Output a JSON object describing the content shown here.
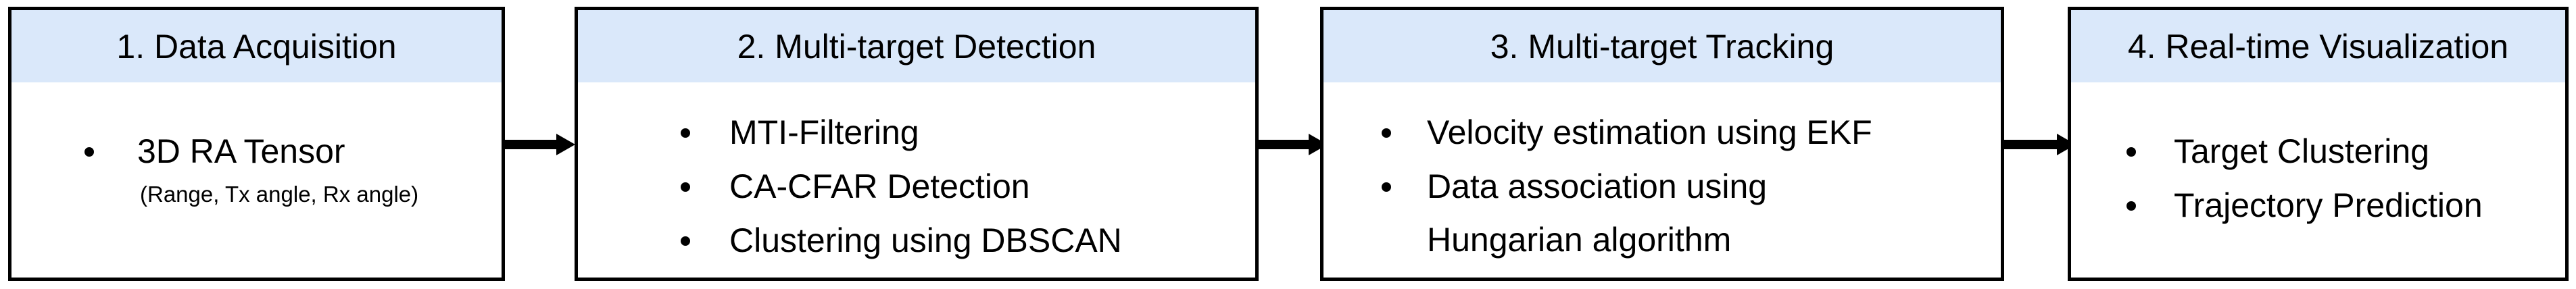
{
  "colors": {
    "header_fill": "#dae8fa",
    "border": "#000000",
    "arrow": "#000000"
  },
  "blocks": [
    {
      "title": "1. Data Acquisition",
      "items": [
        {
          "text": "3D RA Tensor",
          "note": "(Range, Tx angle, Rx angle)"
        }
      ]
    },
    {
      "title": "2. Multi-target Detection",
      "items": [
        {
          "text": "MTI-Filtering"
        },
        {
          "text": "CA-CFAR Detection"
        },
        {
          "text": "Clustering using DBSCAN"
        }
      ]
    },
    {
      "title": "3. Multi-target Tracking",
      "items": [
        {
          "text": "Velocity estimation using EKF"
        },
        {
          "text": "Data association using",
          "continuation": "Hungarian algorithm"
        }
      ]
    },
    {
      "title": "4. Real-time Visualization",
      "items": [
        {
          "text": "Target Clustering"
        },
        {
          "text": "Trajectory Prediction"
        }
      ]
    }
  ]
}
